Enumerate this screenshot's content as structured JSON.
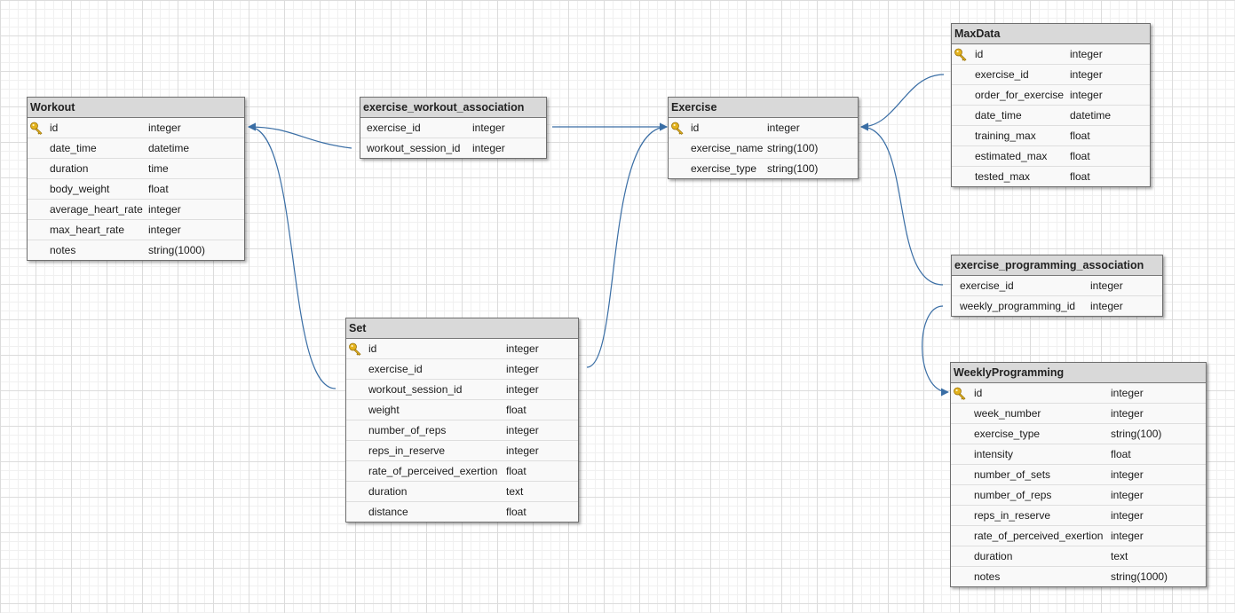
{
  "colors": {
    "connector": "#3a6ea5",
    "header": "#d9d9d9",
    "key": "#e3b21d"
  },
  "entities": {
    "workout": {
      "title": "Workout",
      "rows": [
        {
          "name": "id",
          "type": "integer",
          "pk": true
        },
        {
          "name": "date_time",
          "type": "datetime"
        },
        {
          "name": "duration",
          "type": "time"
        },
        {
          "name": "body_weight",
          "type": "float"
        },
        {
          "name": "average_heart_rate",
          "type": "integer"
        },
        {
          "name": "max_heart_rate",
          "type": "integer"
        },
        {
          "name": "notes",
          "type": "string(1000)"
        }
      ]
    },
    "exercise_workout_association": {
      "title": "exercise_workout_association",
      "rows": [
        {
          "name": "exercise_id",
          "type": "integer"
        },
        {
          "name": "workout_session_id",
          "type": "integer"
        }
      ]
    },
    "exercise": {
      "title": "Exercise",
      "rows": [
        {
          "name": "id",
          "type": "integer",
          "pk": true
        },
        {
          "name": "exercise_name",
          "type": "string(100)"
        },
        {
          "name": "exercise_type",
          "type": "string(100)"
        }
      ]
    },
    "maxdata": {
      "title": "MaxData",
      "rows": [
        {
          "name": "id",
          "type": "integer",
          "pk": true
        },
        {
          "name": "exercise_id",
          "type": "integer"
        },
        {
          "name": "order_for_exercise",
          "type": "integer"
        },
        {
          "name": "date_time",
          "type": "datetime"
        },
        {
          "name": "training_max",
          "type": "float"
        },
        {
          "name": "estimated_max",
          "type": "float"
        },
        {
          "name": "tested_max",
          "type": "float"
        }
      ]
    },
    "exercise_programming_association": {
      "title": "exercise_programming_association",
      "rows": [
        {
          "name": "exercise_id",
          "type": "integer"
        },
        {
          "name": "weekly_programming_id",
          "type": "integer"
        }
      ]
    },
    "set": {
      "title": "Set",
      "rows": [
        {
          "name": "id",
          "type": "integer",
          "pk": true
        },
        {
          "name": "exercise_id",
          "type": "integer"
        },
        {
          "name": "workout_session_id",
          "type": "integer"
        },
        {
          "name": "weight",
          "type": "float"
        },
        {
          "name": "number_of_reps",
          "type": "integer"
        },
        {
          "name": "reps_in_reserve",
          "type": "integer"
        },
        {
          "name": "rate_of_perceived_exertion",
          "type": "float"
        },
        {
          "name": "duration",
          "type": "text"
        },
        {
          "name": "distance",
          "type": "float"
        }
      ]
    },
    "weekly_programming": {
      "title": "WeeklyProgramming",
      "rows": [
        {
          "name": "id",
          "type": "integer",
          "pk": true
        },
        {
          "name": "week_number",
          "type": "integer"
        },
        {
          "name": "exercise_type",
          "type": "string(100)"
        },
        {
          "name": "intensity",
          "type": "float"
        },
        {
          "name": "number_of_sets",
          "type": "integer"
        },
        {
          "name": "number_of_reps",
          "type": "integer"
        },
        {
          "name": "reps_in_reserve",
          "type": "integer"
        },
        {
          "name": "rate_of_perceived_exertion",
          "type": "integer"
        },
        {
          "name": "duration",
          "type": "text"
        },
        {
          "name": "notes",
          "type": "string(1000)"
        }
      ]
    }
  }
}
